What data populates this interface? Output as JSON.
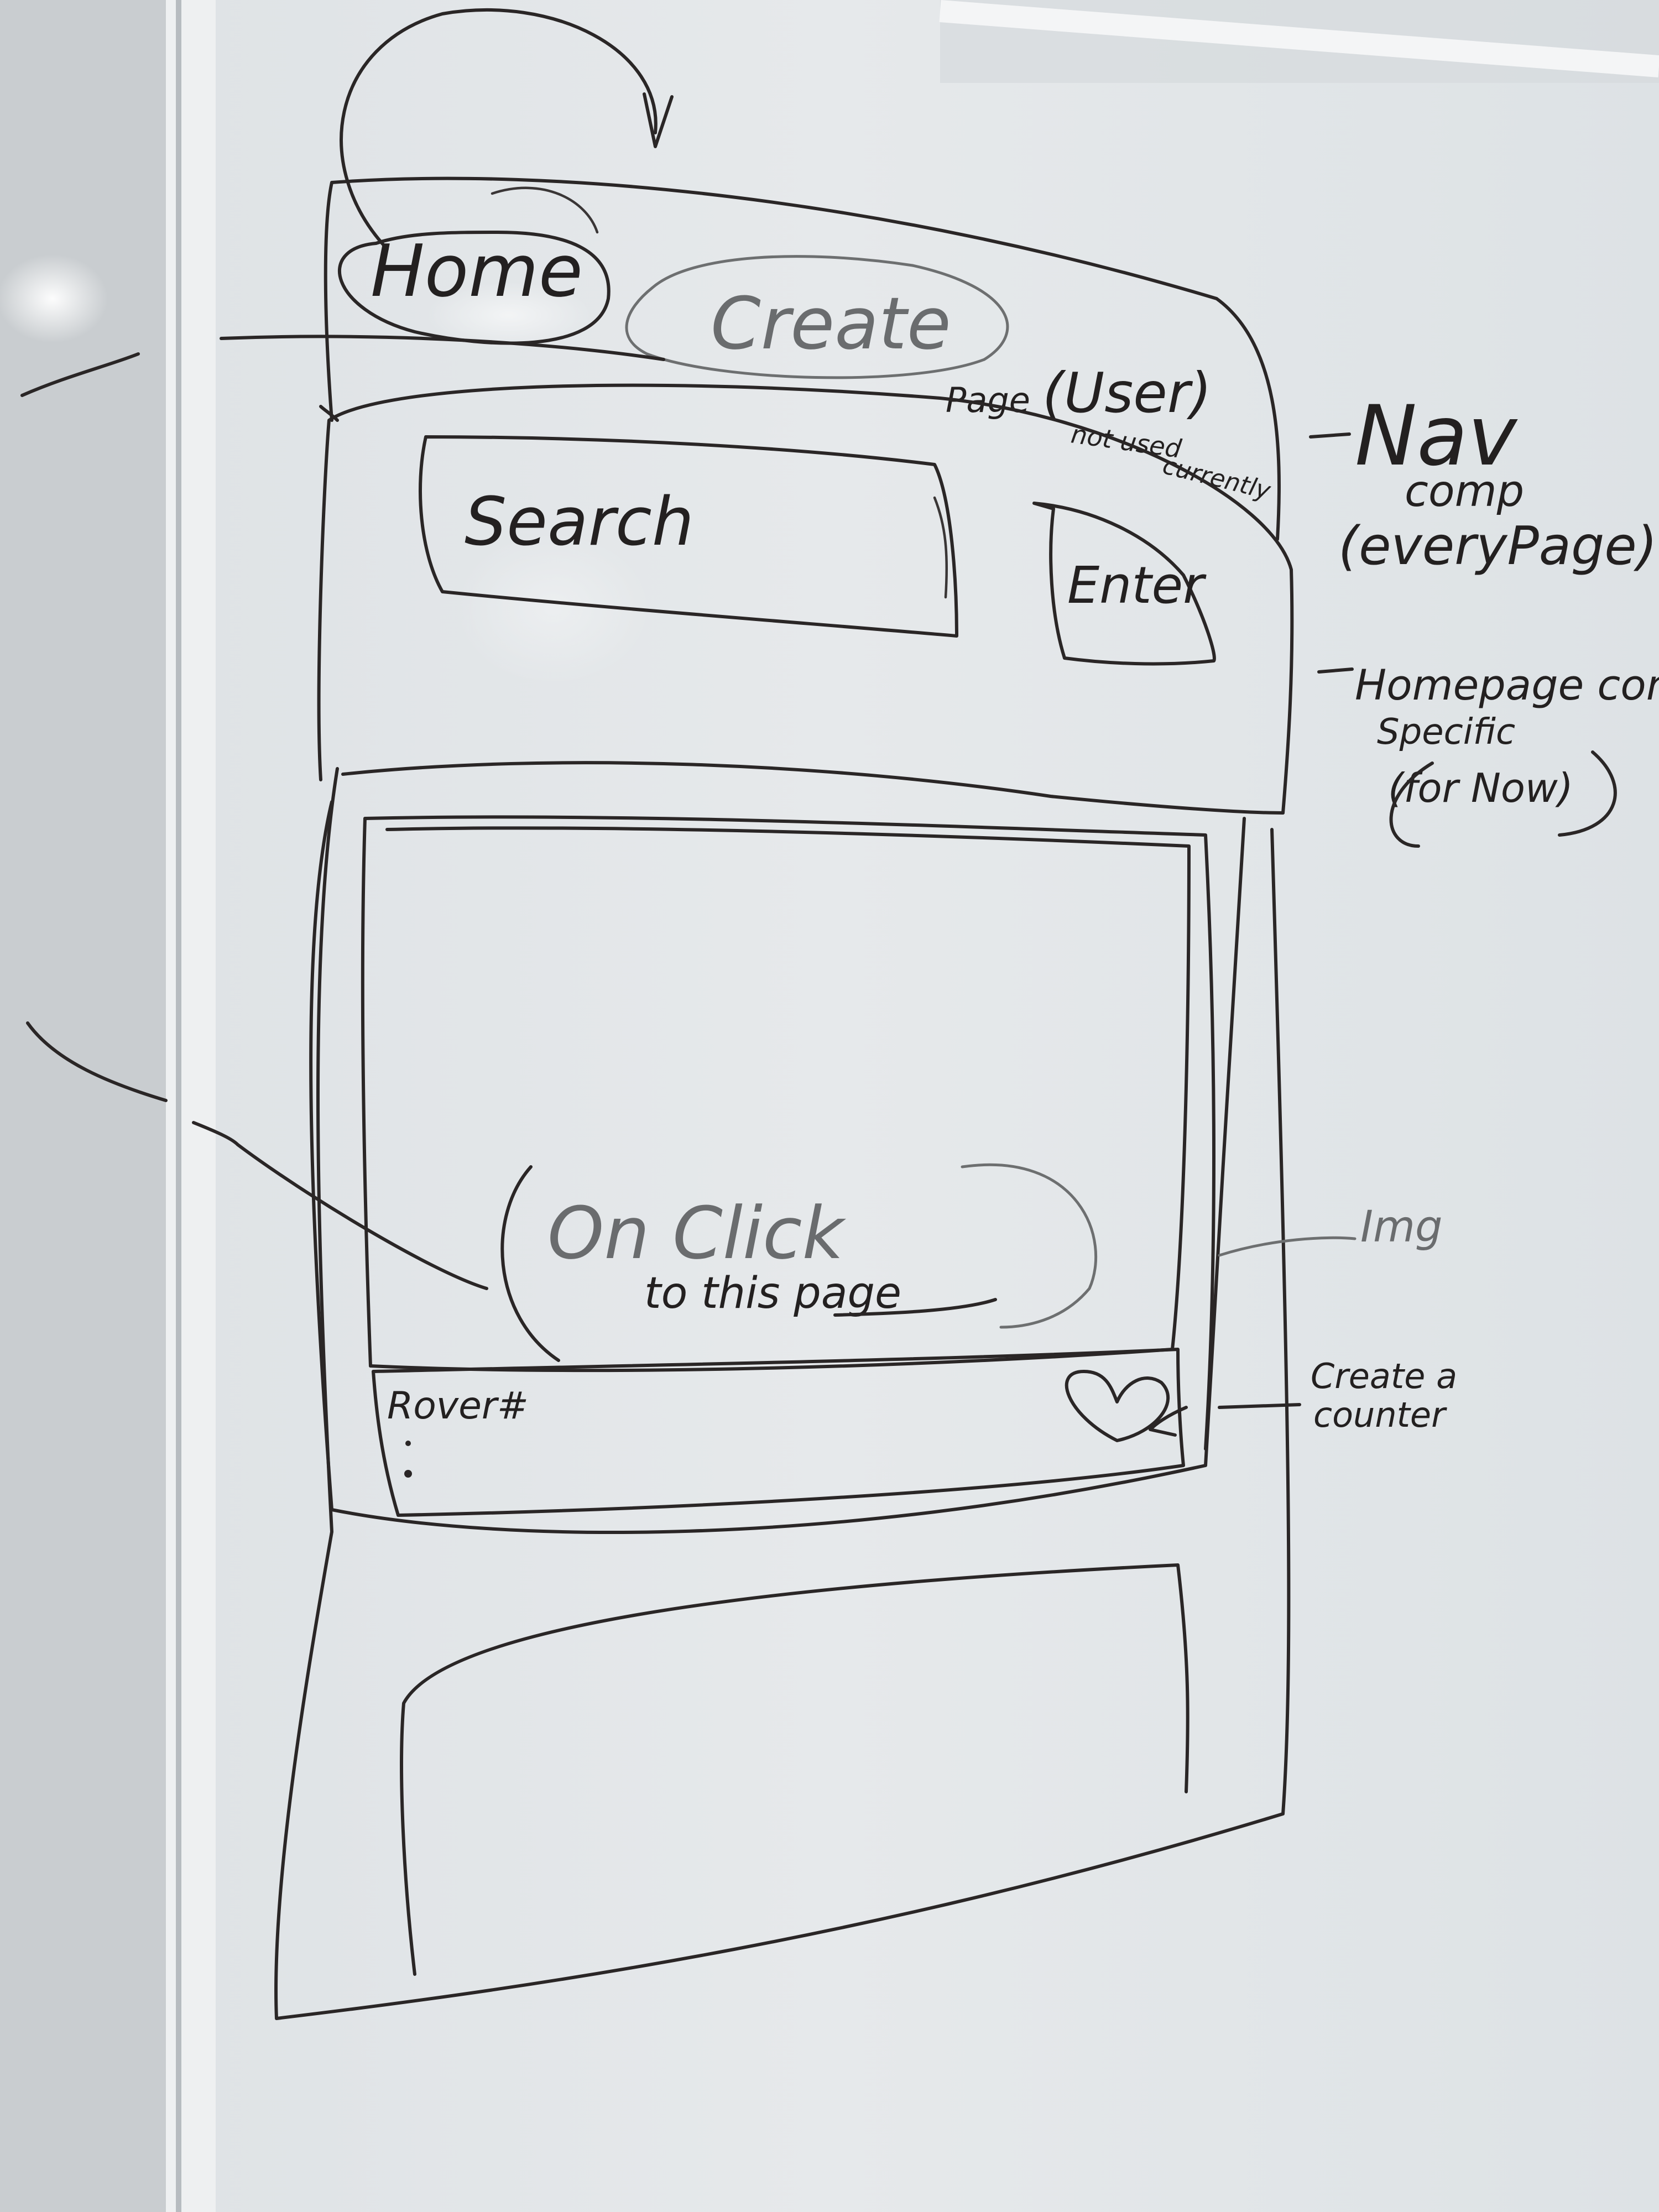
{
  "wireframe": {
    "nav": {
      "home_label": "Home",
      "create_label": "Create",
      "page_label": "Page",
      "user_label": "(User)",
      "not_used_note": "not used",
      "currently_note": "currently"
    },
    "search": {
      "search_label": "Search",
      "enter_label": "Enter"
    },
    "card": {
      "on_click_label": "On Click",
      "to_this_page_label": "to this page",
      "rover_label": "Rover#",
      "dots": ":",
      "like_icon": "heart-icon"
    }
  },
  "annotations": {
    "nav_comp": {
      "line1": "Nav",
      "line2": "comp",
      "line3": "(everyPage)"
    },
    "homepage_comp": {
      "line1": "Homepage comp",
      "line2": "Specific",
      "line3": "(for Now)"
    },
    "img_note": "Img",
    "counter_note": {
      "line1": "Create a",
      "line2": "counter"
    }
  },
  "colors": {
    "whiteboard": "#e4e8ea",
    "marker": "#2a2626",
    "marker_faded": "#6d6f70"
  }
}
